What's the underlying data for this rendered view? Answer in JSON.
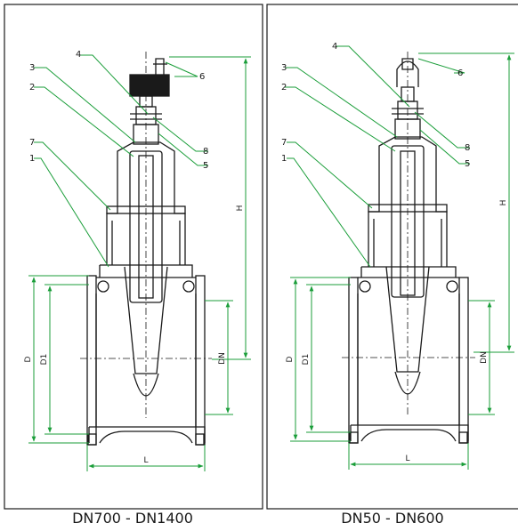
{
  "colors": {
    "leader": "#1b9e3a",
    "outline": "#1a1a1a",
    "background": "#ffffff"
  },
  "views": [
    {
      "caption": "DN700 - DN1400",
      "callouts": [
        "1",
        "2",
        "3",
        "4",
        "6",
        "7",
        "8",
        "5"
      ],
      "dimensions": [
        "H",
        "D",
        "D1",
        "DN",
        "L"
      ]
    },
    {
      "caption": "DN50 - DN600",
      "callouts": [
        "1",
        "2",
        "3",
        "4",
        "6",
        "7",
        "8",
        "5"
      ],
      "dimensions": [
        "H",
        "D",
        "D1",
        "DN",
        "L"
      ]
    }
  ]
}
